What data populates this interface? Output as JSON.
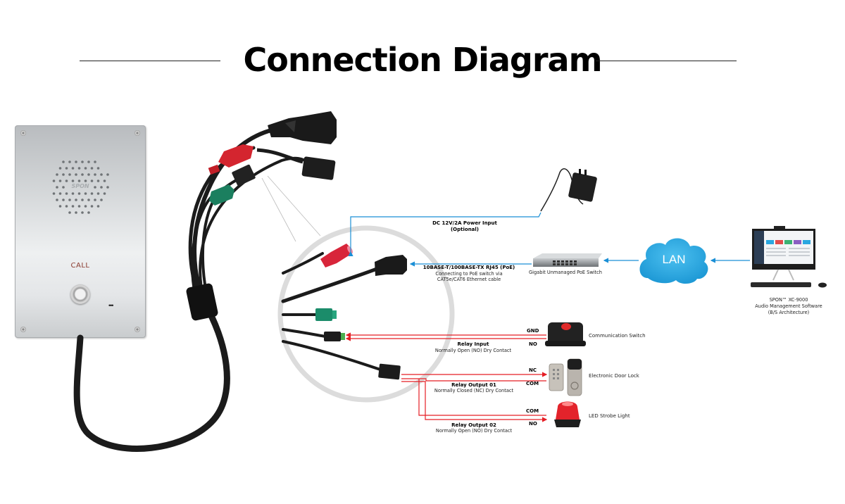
{
  "title": "Connection Diagram",
  "device": {
    "name": "SIP intercom panel",
    "brand": "SPON",
    "call_label": "CALL",
    "indicator": "•••"
  },
  "colors": {
    "network_line": "#1a8fd6",
    "relay_line": "#e51e25",
    "lan_cloud": "#2aa7e0",
    "magnifier_ring": "#dcdcdc",
    "text": "#000000"
  },
  "connections": {
    "power": {
      "title": "DC 12V/2A Power Input",
      "subtitle": "(Optional)",
      "device_label": "Power adapter"
    },
    "ethernet": {
      "title": "10BASE-T/100BASE-TX RJ45 (PoE)",
      "line1": "Connecting to PoE switch via",
      "line2": "CAT5e/CAT6 Ethernet cable",
      "switch_label": "Gigabit Unmanaged PoE Switch",
      "lan_label": "LAN"
    },
    "software": {
      "line1": "SPON™ XC-9000",
      "line2": "Audio Management Software",
      "line3": "(B/S Architecture)"
    },
    "relay_input": {
      "title": "Relay Input",
      "subtitle": "Normally Open (NO) Dry Contact",
      "pin_top": "GND",
      "pin_bottom": "NO",
      "device_label": "Communication Switch"
    },
    "relay_output_01": {
      "title": "Relay Output 01",
      "subtitle": "Normally Closed (NC) Dry Contact",
      "pin_top": "NC",
      "pin_bottom": "COM",
      "device_label": "Electronic Door Lock"
    },
    "relay_output_02": {
      "title": "Relay Output 02",
      "subtitle": "Normally Open (NO) Dry Contact",
      "pin_top": "COM",
      "pin_bottom": "NO",
      "device_label": "LED Strobe Light"
    }
  }
}
